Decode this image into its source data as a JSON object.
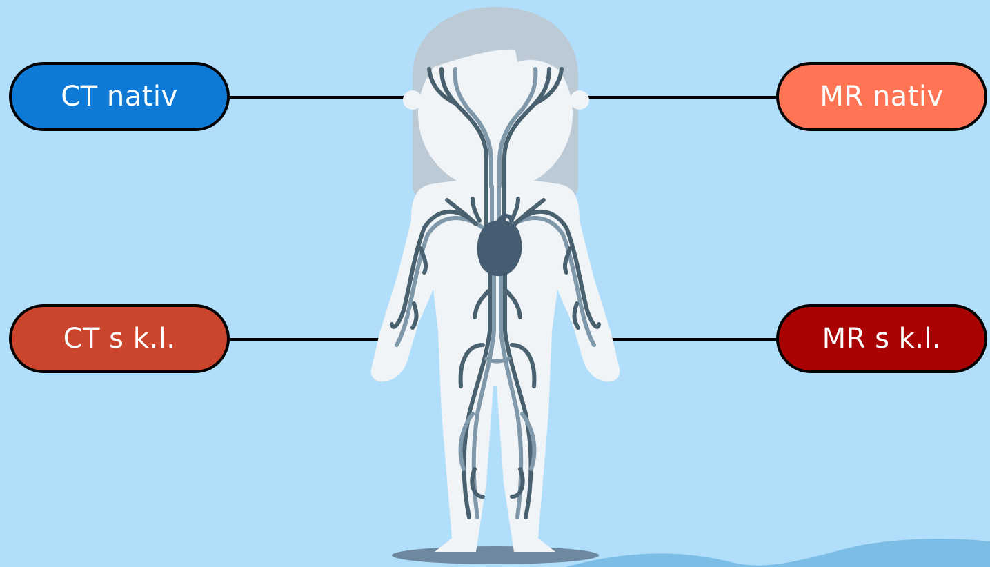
{
  "labels": {
    "ct_native": "CT nativ",
    "mr_native": "MR nativ",
    "ct_contrast": "CT s k.l.",
    "mr_contrast": "MR s k.l."
  },
  "colors": {
    "background": "#b1dffb",
    "ct_native": "#0f7ad6",
    "mr_native": "#ff7455",
    "ct_contrast": "#cb442c",
    "mr_contrast": "#a90202",
    "body": "#f1f4f7",
    "hair": "#bccad6",
    "vessels_dark": "#49606f",
    "vessels_light": "#7f98aa",
    "heart": "#465d71",
    "shadow": "#6d889f",
    "ground_wave": "#7cbde6"
  },
  "icons": {
    "figure": "human-body-circulatory-system-icon",
    "heart": "heart-icon"
  }
}
